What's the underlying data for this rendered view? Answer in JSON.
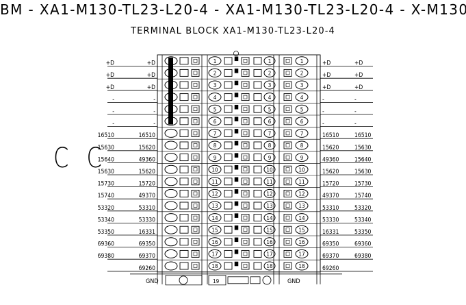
{
  "title": "BM - XA1-M130-TL23-L20-4 - XA1-M130-TL23-L20-4 - X-M130",
  "subtitle": "TERMINAL BLOCK XA1-M130-TL23-L20-4",
  "mark": "C C",
  "gnd_left": "GND",
  "gnd_right": "GND",
  "gnd_terminal": "19",
  "rows": [
    {
      "n": "1",
      "far_left": "+D",
      "left": "+D",
      "right": "+D",
      "far_right": "+D"
    },
    {
      "n": "2",
      "far_left": "+D",
      "left": "+D",
      "right": "+D",
      "far_right": "+D"
    },
    {
      "n": "3",
      "far_left": "+D",
      "left": "+D",
      "right": "+D",
      "far_right": "+D"
    },
    {
      "n": "4",
      "far_left": "-",
      "left": "-",
      "right": "-",
      "far_right": "-"
    },
    {
      "n": "5",
      "far_left": "-",
      "left": "-",
      "right": "-",
      "far_right": "-"
    },
    {
      "n": "6",
      "far_left": "-",
      "left": "-",
      "right": "-",
      "far_right": "-"
    },
    {
      "n": "7",
      "far_left": "16510",
      "left": "16510",
      "right": "16510",
      "far_right": "16510"
    },
    {
      "n": "8",
      "far_left": "15630",
      "left": "15620",
      "right": "15620",
      "far_right": "15630"
    },
    {
      "n": "9",
      "far_left": "15640",
      "left": "49360",
      "right": "49360",
      "far_right": "15640"
    },
    {
      "n": "10",
      "far_left": "15630",
      "left": "15620",
      "right": "15620",
      "far_right": "15630"
    },
    {
      "n": "11",
      "far_left": "15730",
      "left": "15720",
      "right": "15720",
      "far_right": "15730"
    },
    {
      "n": "12",
      "far_left": "15740",
      "left": "49370",
      "right": "49370",
      "far_right": "15740"
    },
    {
      "n": "13",
      "far_left": "53320",
      "left": "53310",
      "right": "53310",
      "far_right": "53320"
    },
    {
      "n": "14",
      "far_left": "53340",
      "left": "53330",
      "right": "53330",
      "far_right": "53340"
    },
    {
      "n": "15",
      "far_left": "53350",
      "left": "16331",
      "right": "16331",
      "far_right": "53350"
    },
    {
      "n": "16",
      "far_left": "69360",
      "left": "69350",
      "right": "69350",
      "far_right": "69360"
    },
    {
      "n": "17",
      "far_left": "69380",
      "left": "69370",
      "right": "69370",
      "far_right": "69380"
    },
    {
      "n": "18",
      "far_left": "",
      "left": "69260",
      "right": "69260",
      "far_right": ""
    }
  ]
}
